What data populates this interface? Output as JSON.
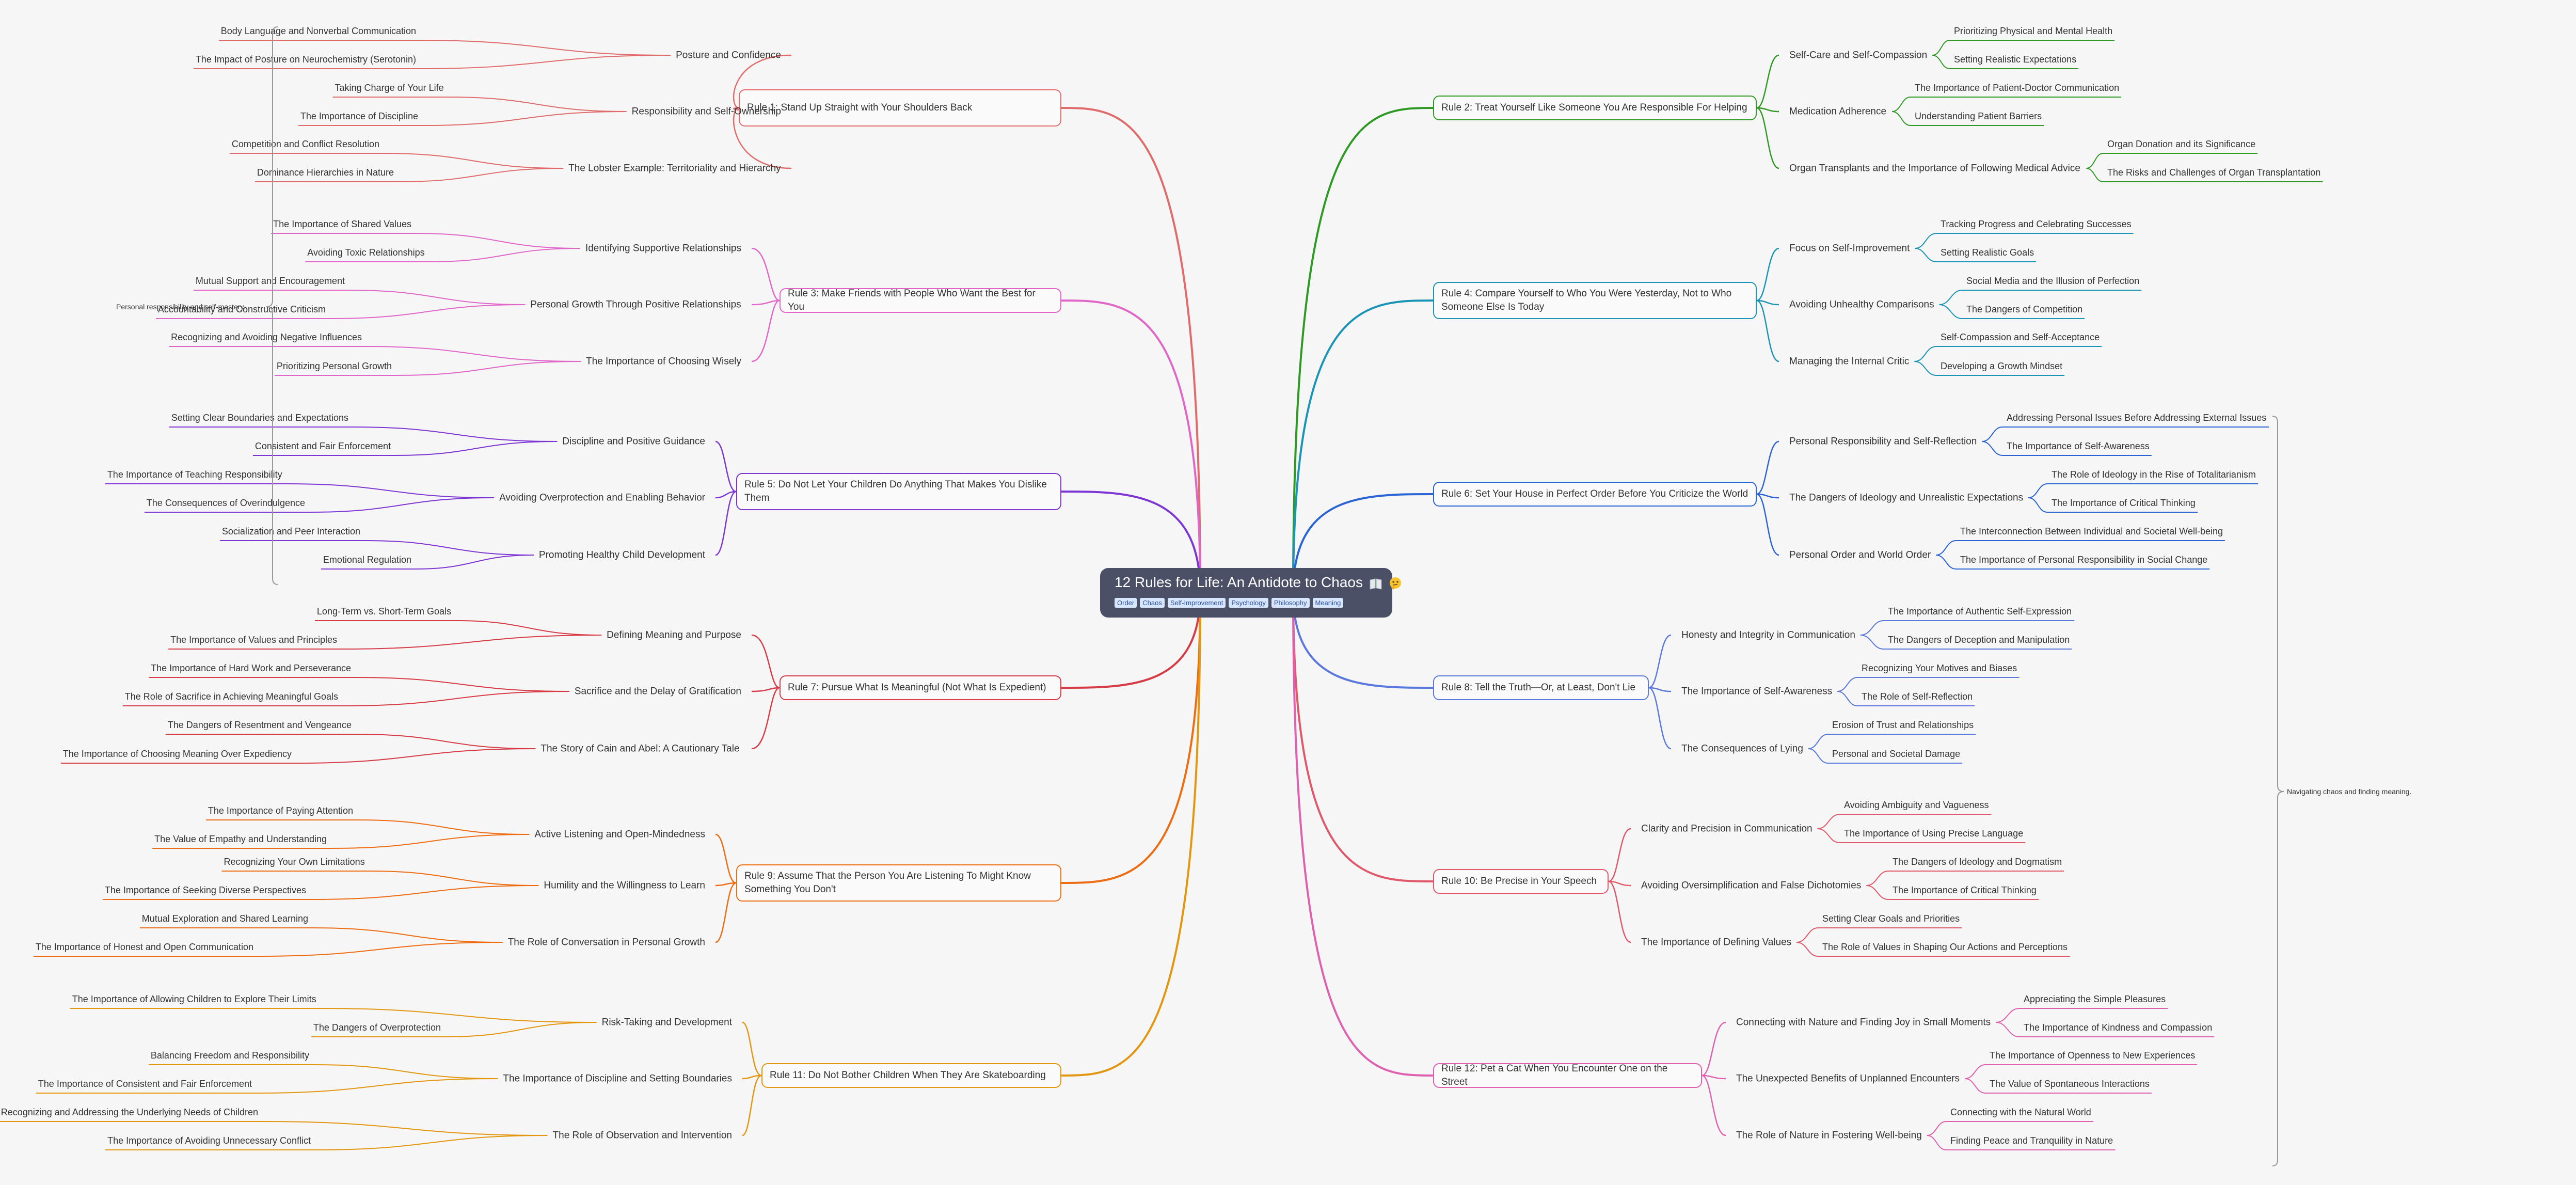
{
  "root": {
    "title": "12 Rules for Life: An Antidote to Chaos",
    "icons": [
      "book-icon",
      "thinking-face-icon"
    ],
    "tags": [
      "Order",
      "Chaos",
      "Self-Improvement",
      "Psychology",
      "Philosophy",
      "Meaning"
    ]
  },
  "summaries": {
    "left": "Personal responsibility and self-mastery.",
    "right": "Navigating chaos and finding meaning."
  },
  "rules": [
    {
      "label": "Rule 1: Stand Up Straight with Your Shoulders Back",
      "color": "#e06b6b",
      "topics": [
        {
          "label": "Posture and Confidence",
          "items": [
            "Body Language and Nonverbal Communication",
            "The Impact of Posture on Neurochemistry (Serotonin)"
          ]
        },
        {
          "label": "Responsibility and Self-Ownership",
          "items": [
            "Taking Charge of Your Life",
            "The Importance of Discipline"
          ]
        },
        {
          "label": "The Lobster Example: Territoriality and Hierarchy",
          "items": [
            "Competition and Conflict Resolution",
            "Dominance Hierarchies in Nature"
          ]
        }
      ]
    },
    {
      "label": "Rule 2: Treat Yourself Like Someone You Are Responsible For Helping",
      "color": "#2e9a24",
      "topics": [
        {
          "label": "Self-Care and Self-Compassion",
          "items": [
            "Prioritizing Physical and Mental Health",
            "Setting Realistic Expectations"
          ]
        },
        {
          "label": "Medication Adherence",
          "items": [
            "The Importance of Patient-Doctor Communication",
            "Understanding Patient Barriers"
          ]
        },
        {
          "label": "Organ Transplants and the Importance of Following Medical Advice",
          "items": [
            "Organ Donation and its Significance",
            "The Risks and Challenges of Organ Transplantation"
          ]
        }
      ]
    },
    {
      "label": "Rule 3: Make Friends with People Who Want the Best for You",
      "color": "#e066c8",
      "topics": [
        {
          "label": "Identifying Supportive Relationships",
          "items": [
            "The Importance of Shared Values",
            "Avoiding Toxic Relationships"
          ]
        },
        {
          "label": "Personal Growth Through Positive Relationships",
          "items": [
            "Mutual Support and Encouragement",
            "Accountability and Constructive Criticism"
          ]
        },
        {
          "label": "The Importance of Choosing Wisely",
          "items": [
            "Recognizing and Avoiding Negative Influences",
            "Prioritizing Personal Growth"
          ]
        }
      ]
    },
    {
      "label": "Rule 4: Compare Yourself to Who You Were Yesterday, Not to Who Someone Else Is Today",
      "color": "#1a94b4",
      "topics": [
        {
          "label": "Focus on Self-Improvement",
          "items": [
            "Tracking Progress and Celebrating Successes",
            "Setting Realistic Goals"
          ]
        },
        {
          "label": "Avoiding Unhealthy Comparisons",
          "items": [
            "Social Media and the Illusion of Perfection",
            "The Dangers of Competition"
          ]
        },
        {
          "label": "Managing the Internal Critic",
          "items": [
            "Self-Compassion and Self-Acceptance",
            "Developing a Growth Mindset"
          ]
        }
      ]
    },
    {
      "label": "Rule 5: Do Not Let Your Children Do Anything That Makes You Dislike Them",
      "color": "#7d35d4",
      "topics": [
        {
          "label": "Discipline and Positive Guidance",
          "items": [
            "Setting Clear Boundaries and Expectations",
            "Consistent and Fair Enforcement"
          ]
        },
        {
          "label": "Avoiding Overprotection and Enabling Behavior",
          "items": [
            "The Importance of Teaching Responsibility",
            "The Consequences of Overindulgence"
          ]
        },
        {
          "label": "Promoting Healthy Child Development",
          "items": [
            "Socialization and Peer Interaction",
            "Emotional Regulation"
          ]
        }
      ]
    },
    {
      "label": "Rule 6: Set Your House in Perfect Order Before You Criticize the World",
      "color": "#2a63d4",
      "topics": [
        {
          "label": "Personal Responsibility and Self-Reflection",
          "items": [
            "Addressing Personal Issues Before Addressing External Issues",
            "The Importance of Self-Awareness"
          ]
        },
        {
          "label": "The Dangers of Ideology and Unrealistic Expectations",
          "items": [
            "The Role of Ideology in the Rise of Totalitarianism",
            "The Importance of Critical Thinking"
          ]
        },
        {
          "label": "Personal Order and World Order",
          "items": [
            "The Interconnection Between Individual and Societal Well-being",
            "The Importance of Personal Responsibility in Social Change"
          ]
        }
      ]
    },
    {
      "label": "Rule 7: Pursue What Is Meaningful (Not What Is Expedient)",
      "color": "#d63b46",
      "topics": [
        {
          "label": "Defining Meaning and Purpose",
          "items": [
            "Long-Term vs. Short-Term Goals",
            "The Importance of Values and Principles"
          ]
        },
        {
          "label": "Sacrifice and the Delay of Gratification",
          "items": [
            "The Importance of Hard Work and Perseverance",
            "The Role of Sacrifice in Achieving Meaningful Goals"
          ]
        },
        {
          "label": "The Story of Cain and Abel: A Cautionary Tale",
          "items": [
            "The Dangers of Resentment and Vengeance",
            "The Importance of Choosing Meaning Over Expediency"
          ]
        }
      ]
    },
    {
      "label": "Rule 8: Tell the Truth—Or, at Least, Don't Lie",
      "color": "#5b78dc",
      "topics": [
        {
          "label": "Honesty and Integrity in Communication",
          "items": [
            "The Importance of Authentic Self-Expression",
            "The Dangers of Deception and Manipulation"
          ]
        },
        {
          "label": "The Importance of Self-Awareness",
          "items": [
            "Recognizing Your Motives and Biases",
            "The Role of Self-Reflection"
          ]
        },
        {
          "label": "The Consequences of Lying",
          "items": [
            "Erosion of Trust and Relationships",
            "Personal and Societal Damage"
          ]
        }
      ]
    },
    {
      "label": "Rule 9: Assume That the Person You Are Listening To Might Know Something You Don't",
      "color": "#ee6c12",
      "topics": [
        {
          "label": "Active Listening and Open-Mindedness",
          "items": [
            "The Importance of Paying Attention",
            "The Value of Empathy and Understanding"
          ]
        },
        {
          "label": "Humility and the Willingness to Learn",
          "items": [
            "Recognizing Your Own Limitations",
            "The Importance of Seeking Diverse Perspectives"
          ]
        },
        {
          "label": "The Role of Conversation in Personal Growth",
          "items": [
            "Mutual Exploration and Shared Learning",
            "The Importance of Honest and Open Communication"
          ]
        }
      ]
    },
    {
      "label": "Rule 10: Be Precise in Your Speech",
      "color": "#e0586a",
      "topics": [
        {
          "label": "Clarity and Precision in Communication",
          "items": [
            "Avoiding Ambiguity and Vagueness",
            "The Importance of Using Precise Language"
          ]
        },
        {
          "label": "Avoiding Oversimplification and False Dichotomies",
          "items": [
            "The Dangers of Ideology and Dogmatism",
            "The Importance of Critical Thinking"
          ]
        },
        {
          "label": "The Importance of Defining Values",
          "items": [
            "Setting Clear Goals and Priorities",
            "The Role of Values in Shaping Our Actions and Perceptions"
          ]
        }
      ]
    },
    {
      "label": "Rule 11: Do Not Bother Children When They Are Skateboarding",
      "color": "#e3960f",
      "topics": [
        {
          "label": "Risk-Taking and Development",
          "items": [
            "The Importance of Allowing Children to Explore Their Limits",
            "The Dangers of Overprotection"
          ]
        },
        {
          "label": "The Importance of Discipline and Setting Boundaries",
          "items": [
            "Balancing Freedom and Responsibility",
            "The Importance of Consistent and Fair Enforcement"
          ]
        },
        {
          "label": "The Role of Observation and Intervention",
          "items": [
            "Recognizing and Addressing the Underlying Needs of Children",
            "The Importance of Avoiding Unnecessary Conflict"
          ]
        }
      ]
    },
    {
      "label": "Rule 12: Pet a Cat When You Encounter One on the Street",
      "color": "#e060b0",
      "topics": [
        {
          "label": "Connecting with Nature and Finding Joy in Small Moments",
          "items": [
            "Appreciating the Simple Pleasures",
            "The Importance of Kindness and Compassion"
          ]
        },
        {
          "label": "The Unexpected Benefits of Unplanned Encounters",
          "items": [
            "The Importance of Openness to New Experiences",
            "The Value of Spontaneous Interactions"
          ]
        },
        {
          "label": "The Role of Nature in Fostering Well-being",
          "items": [
            "Connecting with the Natural World",
            "Finding Peace and Tranquility in Nature"
          ]
        }
      ]
    }
  ]
}
